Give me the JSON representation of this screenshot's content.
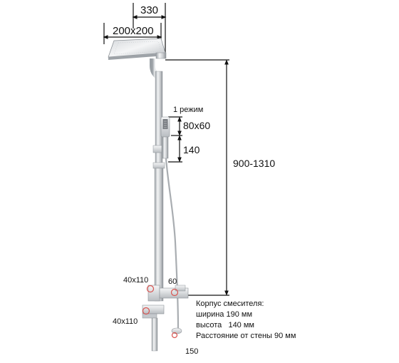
{
  "dimensions": {
    "arm_length": "330",
    "head_size": "200x200",
    "mode": "1 режим",
    "hand_shower_size": "80x60",
    "holder_gap": "140",
    "height_range": "900-1310",
    "mixer_spout_upper": "40x110",
    "mixer_spout_lower": "40x110",
    "valve_dim": "60",
    "bottom_dim": "150"
  },
  "spec": {
    "title": "Корпус смесителя:",
    "width": "ширина 190 мм",
    "height": "высота   140 мм",
    "wall_distance": "Расстояние от стены 90 мм"
  },
  "colors": {
    "chrome_light": "#eef0f2",
    "chrome_mid": "#c9ccd0",
    "chrome_dark": "#8d9297",
    "marker": "#d9534f"
  }
}
